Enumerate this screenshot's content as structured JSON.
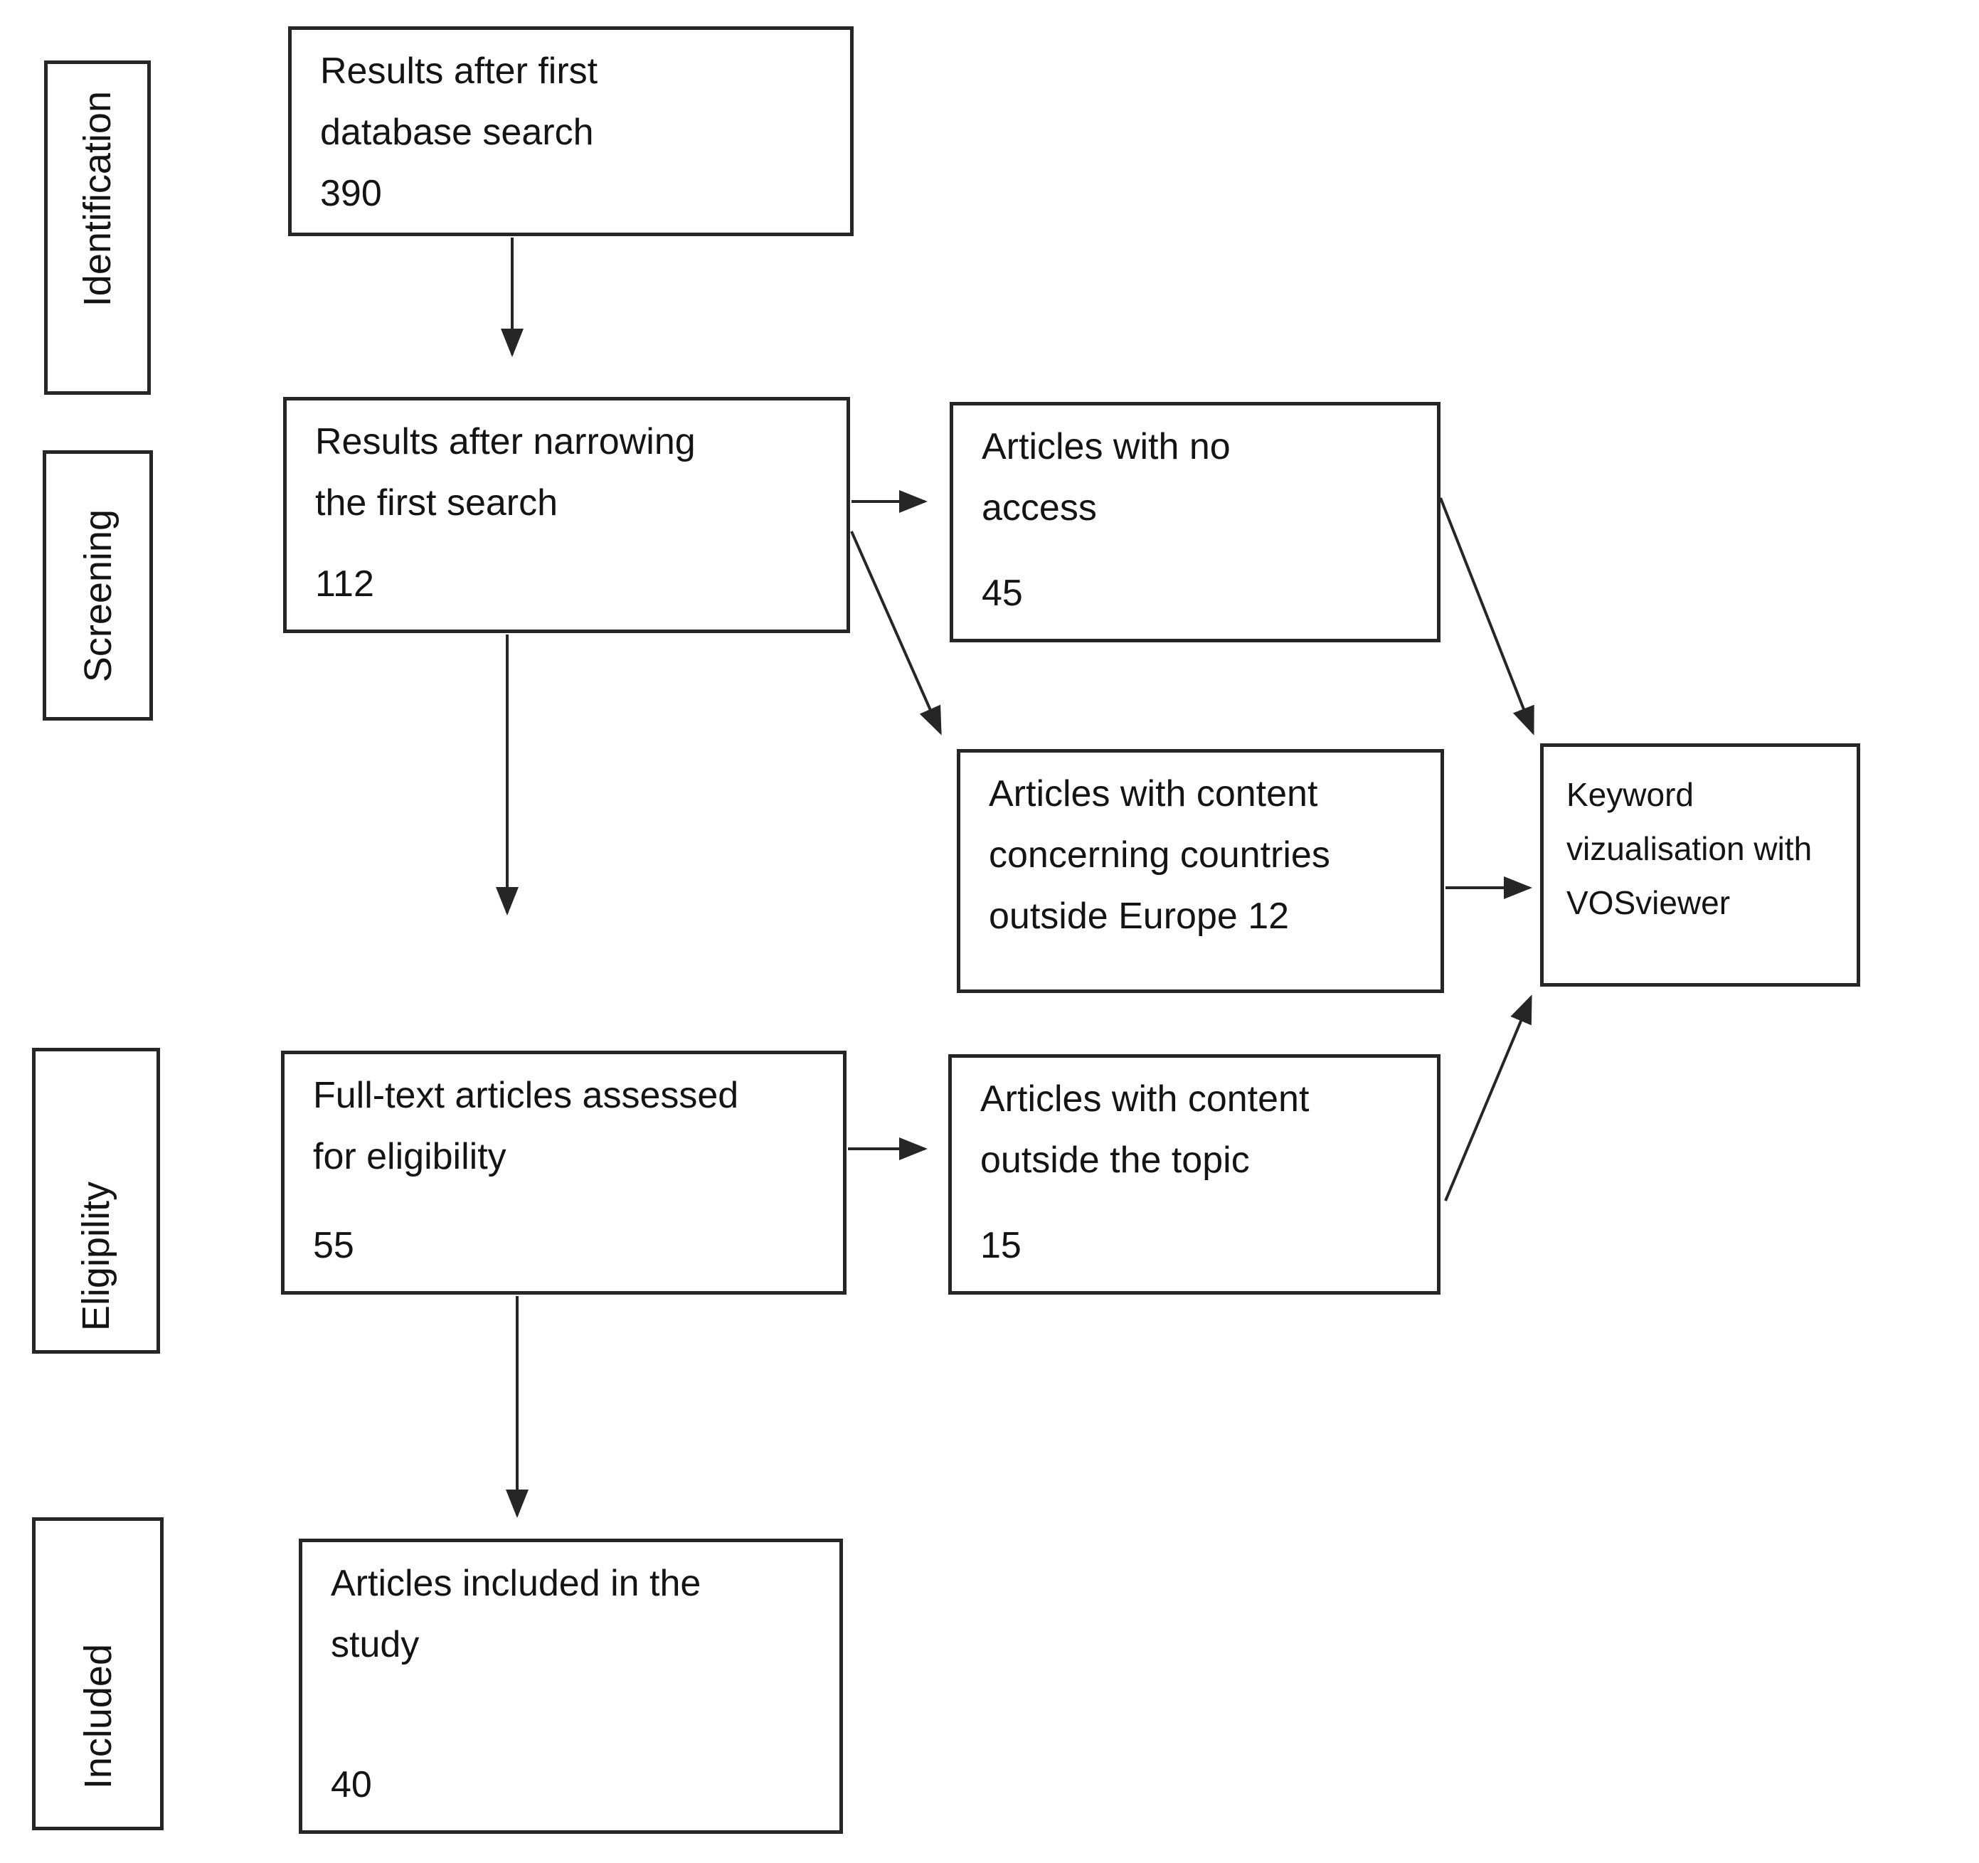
{
  "stages": [
    {
      "label": "Identification"
    },
    {
      "label": "Screening"
    },
    {
      "label": "Eligipility"
    },
    {
      "label": "Included"
    }
  ],
  "boxes": {
    "first_search": {
      "title": "Results after first\ndatabase search",
      "count": "390"
    },
    "narrowed_search": {
      "title": "Results after narrowing\nthe first search",
      "count": "112"
    },
    "no_access": {
      "title": "Articles with no\naccess",
      "count": "45"
    },
    "outside_europe": {
      "title": "Articles with content\nconcerning countries\noutside Europe 12",
      "count": ""
    },
    "keyword_visualisation": {
      "title": "Keyword\nvizualisation with\nVOSviewer",
      "count": ""
    },
    "full_text_assessed": {
      "title": "Full-text articles assessed\nfor eligibility",
      "count": "55"
    },
    "outside_topic": {
      "title": "Articles with content\noutside the topic",
      "count": "15"
    },
    "included_study": {
      "title": "Articles included in the\nstudy",
      "count": "40"
    }
  },
  "colors": {
    "line": "#262626",
    "text": "#141414",
    "background": "#ffffff"
  }
}
